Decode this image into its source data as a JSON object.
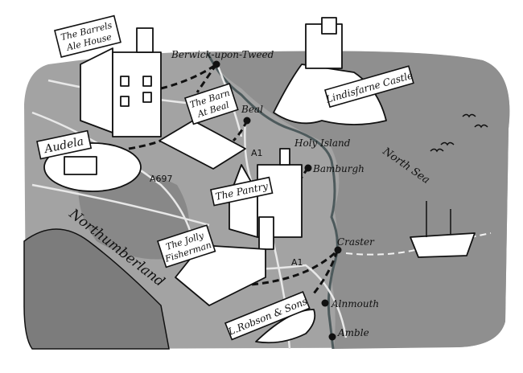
{
  "map": {
    "region_label": "Northumberland",
    "sea_label": "North Sea",
    "island_label": "Holy Island",
    "roads": [
      "A697",
      "A1",
      "A1"
    ],
    "towns": [
      {
        "name": "Berwick-upon-Tweed"
      },
      {
        "name": "Beal"
      },
      {
        "name": "Bamburgh"
      },
      {
        "name": "Craster"
      },
      {
        "name": "Alnmouth"
      },
      {
        "name": "Amble"
      }
    ],
    "venues": [
      {
        "name": "The Barrels Ale House",
        "line1": "The Barrels",
        "line2": "Ale House"
      },
      {
        "name": "The Barn At Beal",
        "line1": "The Barn",
        "line2": "At Beal"
      },
      {
        "name": "Audela",
        "line1": "Audela"
      },
      {
        "name": "The Pantry",
        "line1": "The Pantry"
      },
      {
        "name": "The Jolly Fisherman",
        "line1": "The Jolly",
        "line2": "Fisherman"
      },
      {
        "name": "L.Robson & Sons",
        "line1": "L.Robson & Sons"
      },
      {
        "name": "Lindisfarne Castle",
        "line1": "Lindisfarne Castle"
      }
    ],
    "colors": {
      "land": "#a3a3a3",
      "sea": "#8f8f8f",
      "roads": "#e8e8e8",
      "coast": "#4d5a5c"
    }
  }
}
